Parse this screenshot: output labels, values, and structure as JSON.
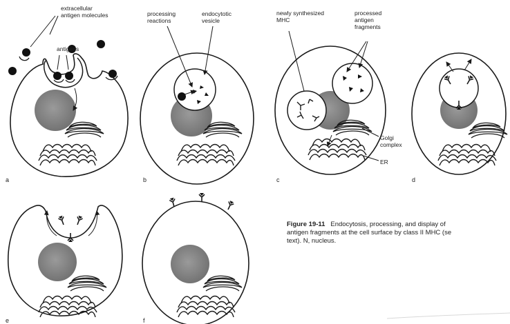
{
  "panels": {
    "a": {
      "letter": "a",
      "label_extracellular_line1": "extracellular",
      "label_extracellular_line2": "antigen molecules",
      "label_antigens": "antigens"
    },
    "b": {
      "letter": "b",
      "label_processing_line1": "processing",
      "label_processing_line2": "reactions",
      "label_endocytotic_line1": "endocytotic",
      "label_endocytotic_line2": "vesicle"
    },
    "c": {
      "letter": "c",
      "label_newly_line1": "newly synthesized",
      "label_newly_line2": "MHC",
      "label_processed_line1": "processed",
      "label_processed_line2": "antigen",
      "label_processed_line3": "fragments",
      "label_golgi_line1": "Golgi",
      "label_golgi_line2": "complex",
      "label_er": "ER"
    },
    "d": {
      "letter": "d"
    },
    "e": {
      "letter": "e"
    },
    "f": {
      "letter": "f"
    }
  },
  "caption": {
    "figure_number": "Figure 19-11",
    "line1_rest": "Endocytosis, processing, and display of",
    "line2": "antigen fragments at the cell surface by class II MHC (se",
    "line3": "text). N, nucleus."
  },
  "colors": {
    "stroke": "#1a1a1a",
    "nucleus": "#8c8c8c",
    "background": "#ffffff"
  }
}
